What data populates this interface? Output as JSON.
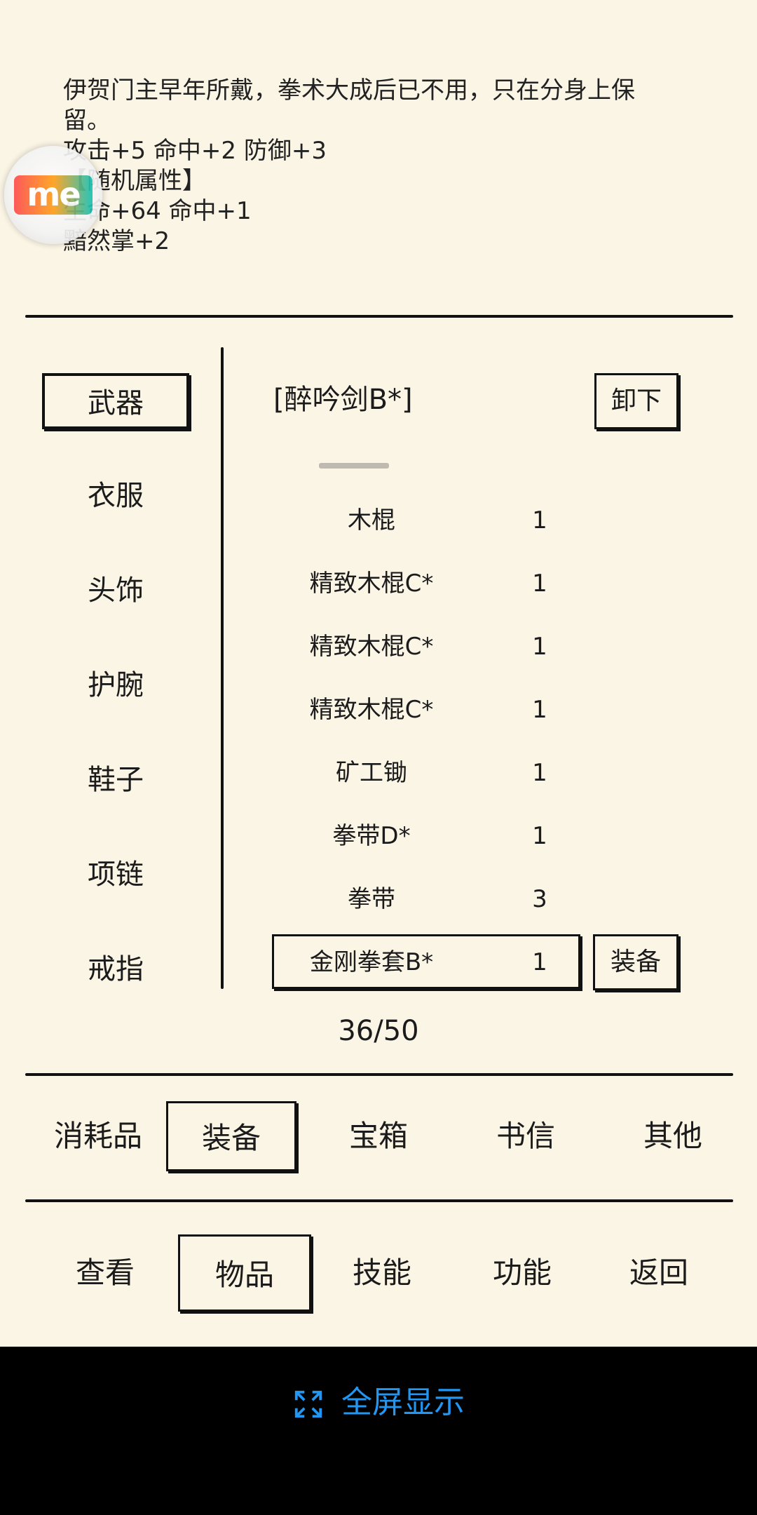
{
  "description": {
    "lines": [
      "伊贺门主早年所戴，拳术大成后已不用，只在分身上保",
      "留。",
      "攻击+5 命中+2 防御+3",
      "【随机属性】",
      "生命+64 命中+1",
      "黯然掌+2"
    ]
  },
  "float_ball": {
    "label": "me"
  },
  "slots": [
    {
      "label": "武器",
      "active": true
    },
    {
      "label": "衣服"
    },
    {
      "label": "头饰"
    },
    {
      "label": "护腕"
    },
    {
      "label": "鞋子"
    },
    {
      "label": "项链"
    },
    {
      "label": "戒指"
    }
  ],
  "equipped": {
    "name": "[醉吟剑B*]",
    "unequip_label": "卸下"
  },
  "items": [
    {
      "name": "木棍",
      "count": "1"
    },
    {
      "name": "精致木棍C*",
      "count": "1"
    },
    {
      "name": "精致木棍C*",
      "count": "1"
    },
    {
      "name": "精致木棍C*",
      "count": "1"
    },
    {
      "name": "矿工锄",
      "count": "1"
    },
    {
      "name": "拳带D*",
      "count": "1"
    },
    {
      "name": "拳带",
      "count": "3"
    },
    {
      "name": "金刚拳套B*",
      "count": "1",
      "selected": true
    }
  ],
  "equip_label": "装备",
  "capacity": "36/50",
  "category_tabs": [
    {
      "label": "消耗品"
    },
    {
      "label": "装备",
      "active": true
    },
    {
      "label": "宝箱"
    },
    {
      "label": "书信"
    },
    {
      "label": "其他"
    }
  ],
  "nav": [
    {
      "label": "查看"
    },
    {
      "label": "物品",
      "active": true
    },
    {
      "label": "技能"
    },
    {
      "label": "功能"
    },
    {
      "label": "返回"
    }
  ],
  "fullscreen_label": "全屏显示",
  "colors": {
    "background": "#fbf5e6",
    "ink": "#111111",
    "accent": "#2196f3"
  }
}
